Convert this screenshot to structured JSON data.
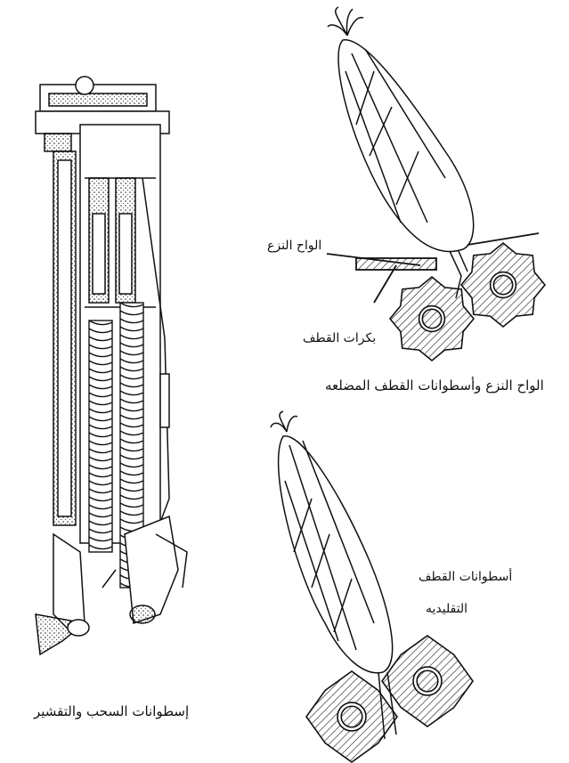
{
  "labels": {
    "stripping_plates": "الواح النزع",
    "cutting_rollers": "بكرات القطف",
    "caption_ribbed": "الواح النزع وأسطوانات القطف المضلعه",
    "traditional_line1": "أسطوانات القطف",
    "traditional_line2": "التقليديه",
    "caption_snapping": "إسطوانات السحب والتقشير"
  },
  "colors": {
    "ink": "#111111",
    "paper": "#ffffff"
  }
}
